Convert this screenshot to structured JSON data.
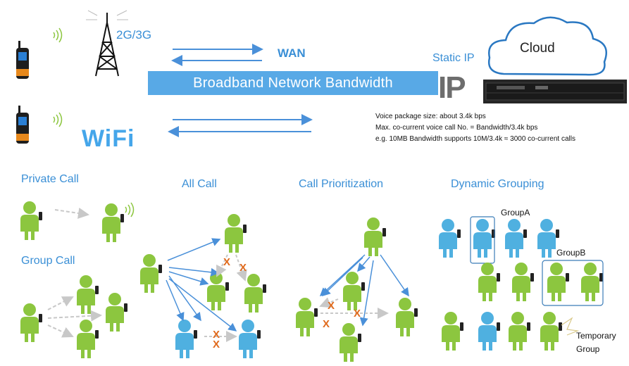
{
  "network": {
    "tower_label": "2G/3G",
    "wan_label": "WAN",
    "bandwidth_label": "Broadband Network Bandwidth",
    "wifi_label": "WiFi",
    "static_ip_label": "Static IP",
    "ip_label": "IP",
    "cloud_label": "Cloud"
  },
  "info": {
    "line1": "Voice package size: about 3.4k bps",
    "line2": "Max. co-current voice call No. = Bandwidth/3.4k bps",
    "line3": "e.g. 10MB Bandwidth  supports 10M/3.4k ≈ 3000 co-current calls"
  },
  "sections": {
    "private_call": "Private Call",
    "group_call": "Group Call",
    "all_call": "All Call",
    "call_prioritization": "Call Prioritization",
    "dynamic_grouping": "Dynamic Grouping"
  },
  "groups": {
    "group_a": "GroupA",
    "group_b": "GroupB",
    "temporary_line1": "Temporary",
    "temporary_line2": "Group"
  },
  "blocked_marker": "X",
  "colors": {
    "accent_blue": "#3a8fd6",
    "band_blue": "#58a9e6",
    "person_green": "#8cc63f",
    "person_blue": "#4fb0e0",
    "blocked_orange": "#e06a1c"
  }
}
